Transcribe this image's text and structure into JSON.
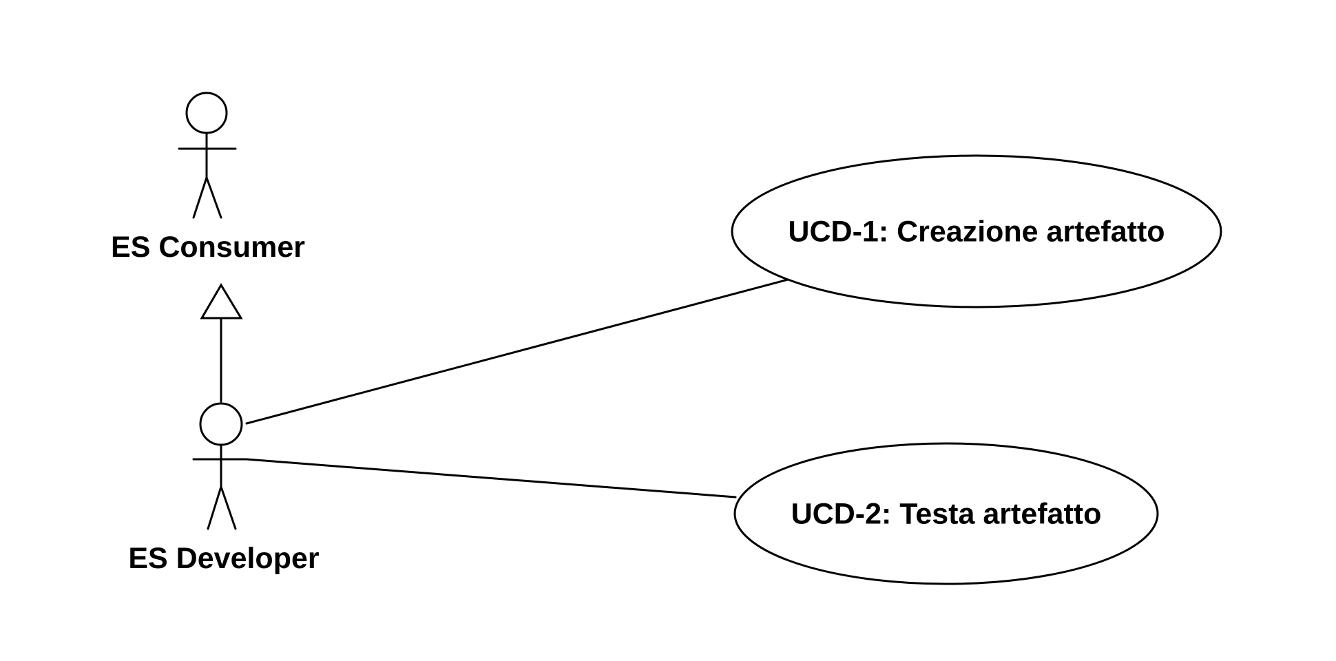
{
  "diagram": {
    "type": "uml-use-case",
    "actors": [
      {
        "id": "es-consumer",
        "label": "ES Consumer"
      },
      {
        "id": "es-developer",
        "label": "ES Developer"
      }
    ],
    "use_cases": [
      {
        "id": "ucd-1",
        "label": "UCD-1: Creazione artefatto"
      },
      {
        "id": "ucd-2",
        "label": "UCD-2: Testa artefatto"
      }
    ],
    "relationships": [
      {
        "type": "generalization",
        "from": "es-developer",
        "to": "es-consumer"
      },
      {
        "type": "association",
        "from": "es-developer",
        "to": "ucd-1"
      },
      {
        "type": "association",
        "from": "es-developer",
        "to": "ucd-2"
      }
    ],
    "colors": {
      "stroke": "#000000",
      "background": "#ffffff"
    }
  }
}
